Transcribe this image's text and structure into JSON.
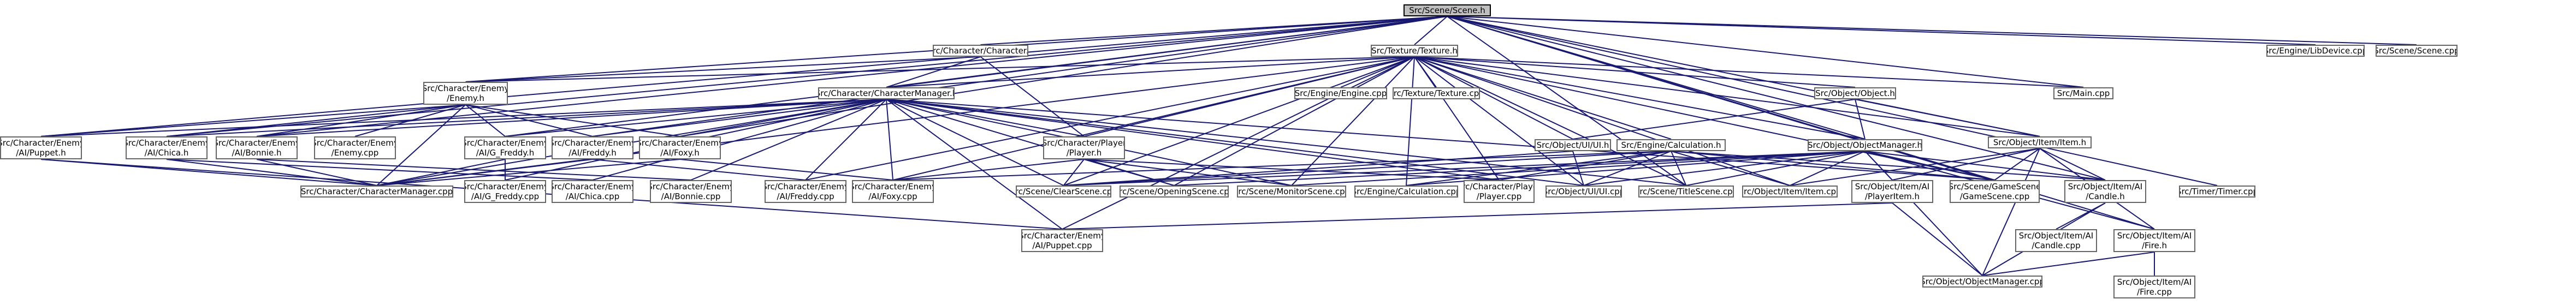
{
  "root": "Src/Scene/Scene.h",
  "nodes": [
    {
      "id": "scene_h",
      "label": "Src/Scene/Scene.h",
      "root": true
    },
    {
      "id": "char_h",
      "label": "Src/Character/Character.h"
    },
    {
      "id": "texture_h",
      "label": "Src/Texture/Texture.h"
    },
    {
      "id": "libdevice_cpp",
      "label": "Src/Engine/LibDevice.cpp"
    },
    {
      "id": "scene_cpp",
      "label": "Src/Scene/Scene.cpp"
    },
    {
      "id": "enemy_h",
      "label": "Src/Character/Enemy\n/Enemy.h"
    },
    {
      "id": "charmgr_h",
      "label": "Src/Character/CharacterManager.h"
    },
    {
      "id": "engine_cpp",
      "label": "Src/Engine/Engine.cpp"
    },
    {
      "id": "texture_cpp",
      "label": "Src/Texture/Texture.cpp"
    },
    {
      "id": "object_h",
      "label": "Src/Object/Object.h"
    },
    {
      "id": "main_cpp",
      "label": "Src/Main.cpp"
    },
    {
      "id": "puppet_h",
      "label": "Src/Character/Enemy\n/AI/Puppet.h"
    },
    {
      "id": "chica_h",
      "label": "Src/Character/Enemy\n/AI/Chica.h"
    },
    {
      "id": "bonnie_h",
      "label": "Src/Character/Enemy\n/AI/Bonnie.h"
    },
    {
      "id": "enemy_cpp",
      "label": "Src/Character/Enemy\n/Enemy.cpp"
    },
    {
      "id": "gfreddy_h",
      "label": "Src/Character/Enemy\n/AI/G_Freddy.h"
    },
    {
      "id": "freddy_h",
      "label": "Src/Character/Enemy\n/AI/Freddy.h"
    },
    {
      "id": "foxy_h",
      "label": "Src/Character/Enemy\n/AI/Foxy.h"
    },
    {
      "id": "player_h",
      "label": "Src/Character/Player\n/Player.h"
    },
    {
      "id": "calc_h",
      "label": "Src/Engine/Calculation.h"
    },
    {
      "id": "objui_h",
      "label": "Src/Object/UI/UI.h"
    },
    {
      "id": "objmgr_h",
      "label": "Src/Object/ObjectManager.h"
    },
    {
      "id": "item_h",
      "label": "Src/Object/Item/Item.h"
    },
    {
      "id": "charmgr_cpp",
      "label": "Src/Character/CharacterManager.cpp"
    },
    {
      "id": "gfreddy_cpp",
      "label": "Src/Character/Enemy\n/AI/G_Freddy.cpp"
    },
    {
      "id": "chica_cpp",
      "label": "Src/Character/Enemy\n/AI/Chica.cpp"
    },
    {
      "id": "bonnie_cpp",
      "label": "Src/Character/Enemy\n/AI/Bonnie.cpp"
    },
    {
      "id": "freddy_cpp",
      "label": "Src/Character/Enemy\n/AI/Freddy.cpp"
    },
    {
      "id": "foxy_cpp",
      "label": "Src/Character/Enemy\n/AI/Foxy.cpp"
    },
    {
      "id": "clearscene_cpp",
      "label": "Src/Scene/ClearScene.cpp"
    },
    {
      "id": "openingscene_cpp",
      "label": "Src/Scene/OpeningScene.cpp"
    },
    {
      "id": "monitorscene_cpp",
      "label": "Src/Scene/MonitorScene.cpp"
    },
    {
      "id": "calc_cpp",
      "label": "Src/Engine/Calculation.cpp"
    },
    {
      "id": "player_cpp",
      "label": "Src/Character/Player\n/Player.cpp"
    },
    {
      "id": "ui_cpp",
      "label": "Src/Object/UI/UI.cpp"
    },
    {
      "id": "titlescene_cpp",
      "label": "Src/Scene/TitleScene.cpp"
    },
    {
      "id": "item_cpp",
      "label": "Src/Object/Item/Item.cpp"
    },
    {
      "id": "playeritem_h",
      "label": "Src/Object/Item/AI\n/PlayerItem.h"
    },
    {
      "id": "gamescene_cpp",
      "label": "Src/Scene/GameScene\n/GameScene.cpp"
    },
    {
      "id": "candle_h",
      "label": "Src/Object/Item/AI\n/Candle.h"
    },
    {
      "id": "timer_cpp",
      "label": "Src/Timer/Timer.cpp"
    },
    {
      "id": "puppet_cpp",
      "label": "Src/Character/Enemy\n/AI/Puppet.cpp"
    },
    {
      "id": "candle_cpp",
      "label": "Src/Object/Item/AI\n/Candle.cpp"
    },
    {
      "id": "fire_h",
      "label": "Src/Object/Item/AI\n/Fire.h"
    },
    {
      "id": "objmgr_cpp",
      "label": "Src/Object/ObjectManager.cpp"
    },
    {
      "id": "fire_cpp",
      "label": "Src/Object/Item/AI\n/Fire.cpp"
    }
  ],
  "edges": [
    [
      "scene_h",
      "char_h"
    ],
    [
      "scene_h",
      "texture_h"
    ],
    [
      "scene_h",
      "libdevice_cpp"
    ],
    [
      "scene_h",
      "scene_cpp"
    ],
    [
      "scene_h",
      "enemy_h"
    ],
    [
      "scene_h",
      "main_cpp"
    ],
    [
      "scene_h",
      "puppet_h"
    ],
    [
      "scene_h",
      "chica_h"
    ],
    [
      "scene_h",
      "bonnie_h"
    ],
    [
      "scene_h",
      "gfreddy_h"
    ],
    [
      "scene_h",
      "freddy_h"
    ],
    [
      "scene_h",
      "foxy_h"
    ],
    [
      "scene_h",
      "titlescene_cpp"
    ],
    [
      "scene_h",
      "gamescene_cpp"
    ],
    [
      "scene_h",
      "candle_h"
    ],
    [
      "scene_h",
      "timer_cpp"
    ],
    [
      "scene_h",
      "fire_h"
    ],
    [
      "scene_h",
      "objmgr_h"
    ],
    [
      "scene_h",
      "charmgr_h"
    ],
    [
      "scene_h",
      "item_h"
    ],
    [
      "char_h",
      "enemy_h"
    ],
    [
      "char_h",
      "charmgr_h"
    ],
    [
      "char_h",
      "player_h"
    ],
    [
      "texture_h",
      "engine_cpp"
    ],
    [
      "texture_h",
      "texture_cpp"
    ],
    [
      "texture_h",
      "object_h"
    ],
    [
      "texture_h",
      "main_cpp"
    ],
    [
      "texture_h",
      "charmgr_h"
    ],
    [
      "texture_h",
      "calc_h"
    ],
    [
      "texture_h",
      "objui_h"
    ],
    [
      "texture_h",
      "objmgr_h"
    ],
    [
      "texture_h",
      "item_h"
    ],
    [
      "texture_h",
      "enemy_h"
    ],
    [
      "texture_h",
      "player_h"
    ],
    [
      "texture_h",
      "clearscene_cpp"
    ],
    [
      "texture_h",
      "openingscene_cpp"
    ],
    [
      "texture_h",
      "monitorscene_cpp"
    ],
    [
      "texture_h",
      "calc_cpp"
    ],
    [
      "texture_h",
      "player_cpp"
    ],
    [
      "texture_h",
      "ui_cpp"
    ],
    [
      "texture_h",
      "titlescene_cpp"
    ],
    [
      "texture_h",
      "gamescene_cpp"
    ],
    [
      "texture_h",
      "puppet_cpp"
    ],
    [
      "texture_h",
      "foxy_cpp"
    ],
    [
      "texture_h",
      "freddy_cpp"
    ],
    [
      "texture_h",
      "charmgr_cpp"
    ],
    [
      "texture_h",
      "item_cpp"
    ],
    [
      "enemy_h",
      "puppet_h"
    ],
    [
      "enemy_h",
      "chica_h"
    ],
    [
      "enemy_h",
      "bonnie_h"
    ],
    [
      "enemy_h",
      "enemy_cpp"
    ],
    [
      "enemy_h",
      "gfreddy_h"
    ],
    [
      "enemy_h",
      "freddy_h"
    ],
    [
      "enemy_h",
      "foxy_h"
    ],
    [
      "enemy_h",
      "charmgr_cpp"
    ],
    [
      "charmgr_h",
      "puppet_h"
    ],
    [
      "charmgr_h",
      "chica_h"
    ],
    [
      "charmgr_h",
      "bonnie_h"
    ],
    [
      "charmgr_h",
      "gfreddy_h"
    ],
    [
      "charmgr_h",
      "freddy_h"
    ],
    [
      "charmgr_h",
      "foxy_h"
    ],
    [
      "charmgr_h",
      "charmgr_cpp"
    ],
    [
      "charmgr_h",
      "gfreddy_cpp"
    ],
    [
      "charmgr_h",
      "chica_cpp"
    ],
    [
      "charmgr_h",
      "bonnie_cpp"
    ],
    [
      "charmgr_h",
      "freddy_cpp"
    ],
    [
      "charmgr_h",
      "foxy_cpp"
    ],
    [
      "charmgr_h",
      "clearscene_cpp"
    ],
    [
      "charmgr_h",
      "openingscene_cpp"
    ],
    [
      "charmgr_h",
      "monitorscene_cpp"
    ],
    [
      "charmgr_h",
      "player_cpp"
    ],
    [
      "charmgr_h",
      "titlescene_cpp"
    ],
    [
      "charmgr_h",
      "gamescene_cpp"
    ],
    [
      "charmgr_h",
      "puppet_cpp"
    ],
    [
      "charmgr_h",
      "player_h"
    ],
    [
      "charmgr_h",
      "ui_cpp"
    ],
    [
      "object_h",
      "objui_h"
    ],
    [
      "object_h",
      "objmgr_h"
    ],
    [
      "object_h",
      "item_h"
    ],
    [
      "puppet_h",
      "charmgr_cpp"
    ],
    [
      "puppet_h",
      "puppet_cpp"
    ],
    [
      "chica_h",
      "charmgr_cpp"
    ],
    [
      "chica_h",
      "chica_cpp"
    ],
    [
      "bonnie_h",
      "charmgr_cpp"
    ],
    [
      "bonnie_h",
      "bonnie_cpp"
    ],
    [
      "gfreddy_h",
      "charmgr_cpp"
    ],
    [
      "gfreddy_h",
      "gfreddy_cpp"
    ],
    [
      "freddy_h",
      "charmgr_cpp"
    ],
    [
      "freddy_h",
      "freddy_cpp"
    ],
    [
      "foxy_h",
      "charmgr_cpp"
    ],
    [
      "foxy_h",
      "foxy_cpp"
    ],
    [
      "player_h",
      "clearscene_cpp"
    ],
    [
      "player_h",
      "openingscene_cpp"
    ],
    [
      "player_h",
      "monitorscene_cpp"
    ],
    [
      "player_h",
      "player_cpp"
    ],
    [
      "player_h",
      "foxy_cpp"
    ],
    [
      "calc_h",
      "calc_cpp"
    ],
    [
      "calc_h",
      "player_cpp"
    ],
    [
      "calc_h",
      "ui_cpp"
    ],
    [
      "calc_h",
      "titlescene_cpp"
    ],
    [
      "calc_h",
      "item_cpp"
    ],
    [
      "calc_h",
      "gamescene_cpp"
    ],
    [
      "calc_h",
      "candle_h"
    ],
    [
      "calc_h",
      "foxy_cpp"
    ],
    [
      "calc_h",
      "clearscene_cpp"
    ],
    [
      "objui_h",
      "ui_cpp"
    ],
    [
      "objui_h",
      "clearscene_cpp"
    ],
    [
      "objmgr_h",
      "clearscene_cpp"
    ],
    [
      "objmgr_h",
      "openingscene_cpp"
    ],
    [
      "objmgr_h",
      "monitorscene_cpp"
    ],
    [
      "objmgr_h",
      "ui_cpp"
    ],
    [
      "objmgr_h",
      "titlescene_cpp"
    ],
    [
      "objmgr_h",
      "item_cpp"
    ],
    [
      "objmgr_h",
      "playeritem_h"
    ],
    [
      "objmgr_h",
      "gamescene_cpp"
    ],
    [
      "objmgr_h",
      "candle_h"
    ],
    [
      "objmgr_h",
      "objmgr_cpp"
    ],
    [
      "objmgr_h",
      "fire_h"
    ],
    [
      "objmgr_h",
      "calc_cpp"
    ],
    [
      "item_h",
      "item_cpp"
    ],
    [
      "item_h",
      "playeritem_h"
    ],
    [
      "item_h",
      "gamescene_cpp"
    ],
    [
      "item_h",
      "candle_h"
    ],
    [
      "item_h",
      "fire_h"
    ],
    [
      "item_h",
      "objmgr_cpp"
    ],
    [
      "playeritem_h",
      "puppet_cpp"
    ],
    [
      "playeritem_h",
      "objmgr_cpp"
    ],
    [
      "candle_h",
      "candle_cpp"
    ],
    [
      "candle_h",
      "objmgr_cpp"
    ],
    [
      "fire_h",
      "objmgr_cpp"
    ],
    [
      "fire_h",
      "fire_cpp"
    ]
  ]
}
